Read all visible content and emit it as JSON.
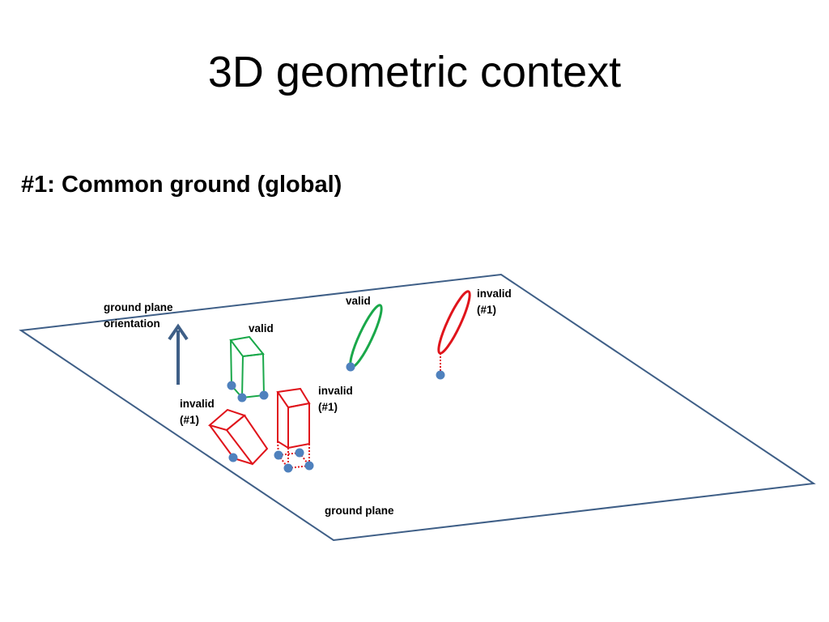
{
  "slide": {
    "title": "3D geometric context",
    "subtitle": "#1: Common ground (global)"
  },
  "labels": {
    "orientation_line1": "ground plane",
    "orientation_line2": "orientation",
    "valid_box": "valid",
    "valid_ellipse": "valid",
    "invalid_ellipse_line1": "invalid",
    "invalid_ellipse_line2": "(#1)",
    "invalid_box_right_line1": "invalid",
    "invalid_box_right_line2": "(#1)",
    "invalid_box_left_line1": "invalid",
    "invalid_box_left_line2": "(#1)",
    "ground_plane": "ground plane"
  },
  "colors": {
    "plane": "#3f5f87",
    "arrow": "#3f5f87",
    "valid": "#1aa84a",
    "invalid": "#e0141b",
    "contact_point": "#4f81bd"
  },
  "icons": {
    "orientation": "up-arrow-icon"
  }
}
